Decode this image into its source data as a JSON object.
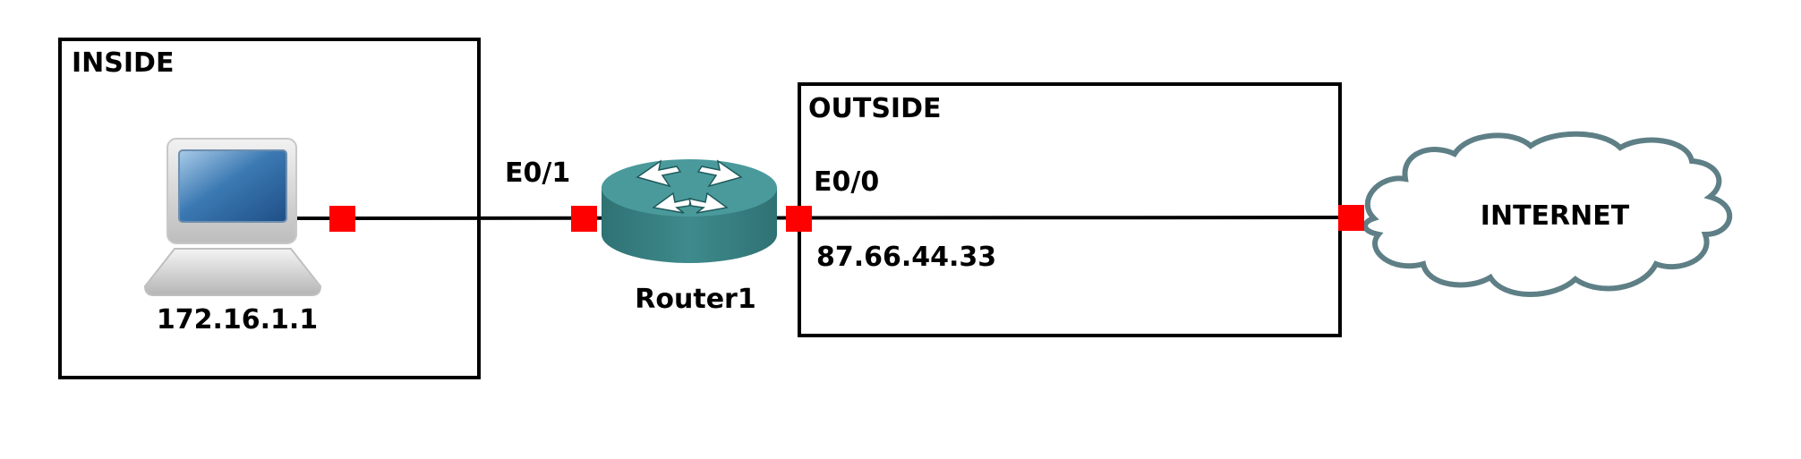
{
  "zones": {
    "inside": {
      "label": "INSIDE"
    },
    "outside": {
      "label": "OUTSIDE"
    }
  },
  "nodes": {
    "host": {
      "icon": "laptop-icon",
      "ip": "172.16.1.1"
    },
    "router": {
      "icon": "router-icon",
      "name": "Router1"
    },
    "internet": {
      "icon": "cloud-icon",
      "label": "INTERNET"
    }
  },
  "interfaces": {
    "inside": {
      "name": "E0/1"
    },
    "outside": {
      "name": "E0/0",
      "ip": "87.66.44.33"
    }
  },
  "colors": {
    "port": "#ff0000",
    "router_body": "#3e8a8c",
    "router_top": "#4a9a9c",
    "cloud_stroke": "#5e7f86",
    "laptop_screen": "#3b79b3"
  }
}
